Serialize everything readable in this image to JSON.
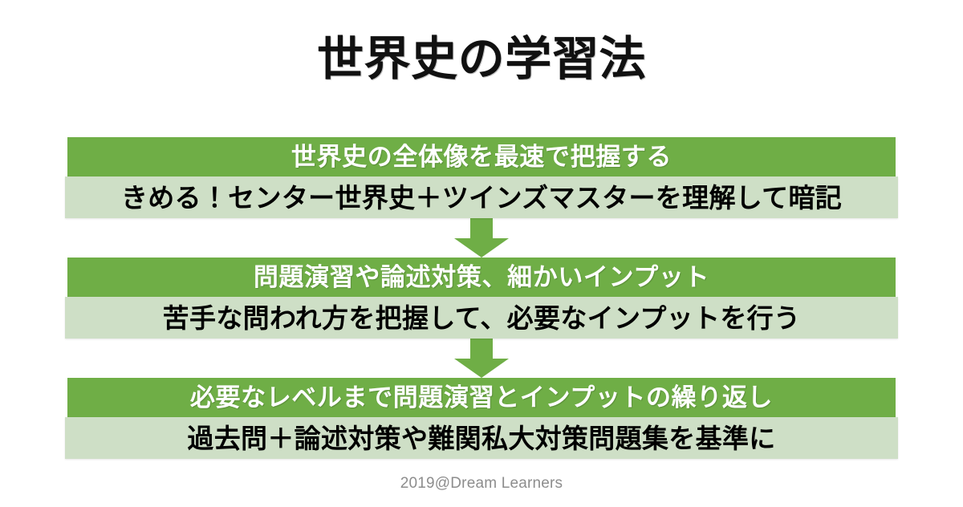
{
  "title": "世界史の学習法",
  "footer": "2019@Dream Learners",
  "colors": {
    "header_green": "#6FAE46",
    "sub_green": "#CEDFC6",
    "arrow_green": "#6FAE46",
    "title_text": "#111111",
    "header_text": "#FFFFFF",
    "sub_text": "#000000",
    "footer_text": "#8D8D8D",
    "background": "#FFFFFF"
  },
  "steps": [
    {
      "headline": "世界史の全体像を最速で把握する",
      "detail": "きめる！センター世界史＋ツインズマスターを理解して暗記"
    },
    {
      "headline": "問題演習や論述対策、細かいインプット",
      "detail": "苦手な問われ方を把握して、必要なインプットを行う"
    },
    {
      "headline": "必要なレベルまで問題演習とインプットの繰り返し",
      "detail": "過去問＋論述対策や難関私大対策問題集を基準に"
    }
  ],
  "connectors": [
    {
      "icon": "arrow-down-icon"
    },
    {
      "icon": "arrow-down-icon"
    }
  ]
}
